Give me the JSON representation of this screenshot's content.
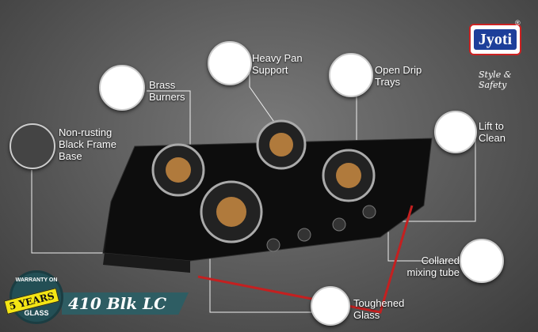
{
  "brand": {
    "name": "Jyoti",
    "registered": "®",
    "tagline": "Style & Safety"
  },
  "features": {
    "brass": "Brass Burners",
    "pan": "Heavy Pan Support",
    "drip": "Open Drip Trays",
    "frame": "Non-rusting Black Frame Base",
    "lift": "Lift to Clean",
    "mixing": "Collared mixing tube",
    "glass": "Toughened Glass"
  },
  "warranty": {
    "top": "WARRANTY ON",
    "years": "5 YEARS",
    "bottom": "GLASS"
  },
  "model": "410 Blk LC",
  "colors": {
    "accent": "#2e5d63",
    "badge": "#f4e514",
    "frame": "#cc2222"
  }
}
